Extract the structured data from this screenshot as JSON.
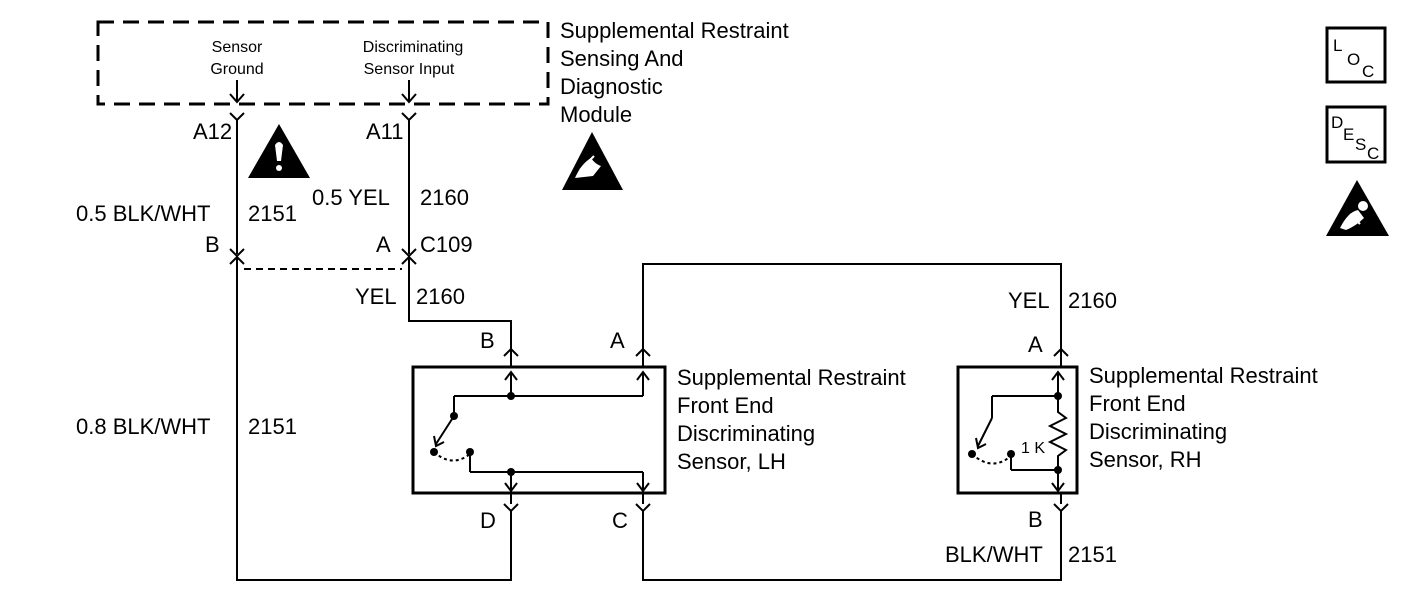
{
  "module": {
    "name_lines": [
      "Supplemental Restraint",
      "Sensing And",
      "Diagnostic",
      "Module"
    ],
    "sensor_ground_lines": [
      "Sensor",
      "Ground"
    ],
    "disc_input_lines": [
      "Discriminating",
      "Sensor Input"
    ]
  },
  "pins": {
    "a12": "A12",
    "a11": "A11",
    "c109": "C109",
    "c109_b": "B",
    "c109_a": "A"
  },
  "wires": {
    "blk_wht_05": "0.5 BLK/WHT",
    "blk_wht_05_circuit": "2151",
    "yel_05": "0.5 YEL",
    "yel_05_circuit": "2160",
    "yel_a": "YEL",
    "yel_a_circuit": "2160",
    "yel_b": "YEL",
    "yel_b_circuit": "2160",
    "blk_wht_08": "0.8 BLK/WHT",
    "blk_wht_08_circuit": "2151",
    "blk_wht_rh": "BLK/WHT",
    "blk_wht_rh_circuit": "2151"
  },
  "lh_sensor": {
    "name_lines": [
      "Supplemental Restraint",
      "Front End",
      "Discriminating",
      "Sensor, LH"
    ],
    "pin_b": "B",
    "pin_a": "A",
    "pin_d": "D",
    "pin_c": "C"
  },
  "rh_sensor": {
    "name_lines": [
      "Supplemental Restraint",
      "Front End",
      "Discriminating",
      "Sensor, RH"
    ],
    "pin_a": "A",
    "pin_b": "B",
    "resistor": "1 K"
  },
  "symbols": {
    "loc": [
      "L",
      "O",
      "C"
    ],
    "desc": [
      "D",
      "E",
      "S",
      "C"
    ]
  }
}
